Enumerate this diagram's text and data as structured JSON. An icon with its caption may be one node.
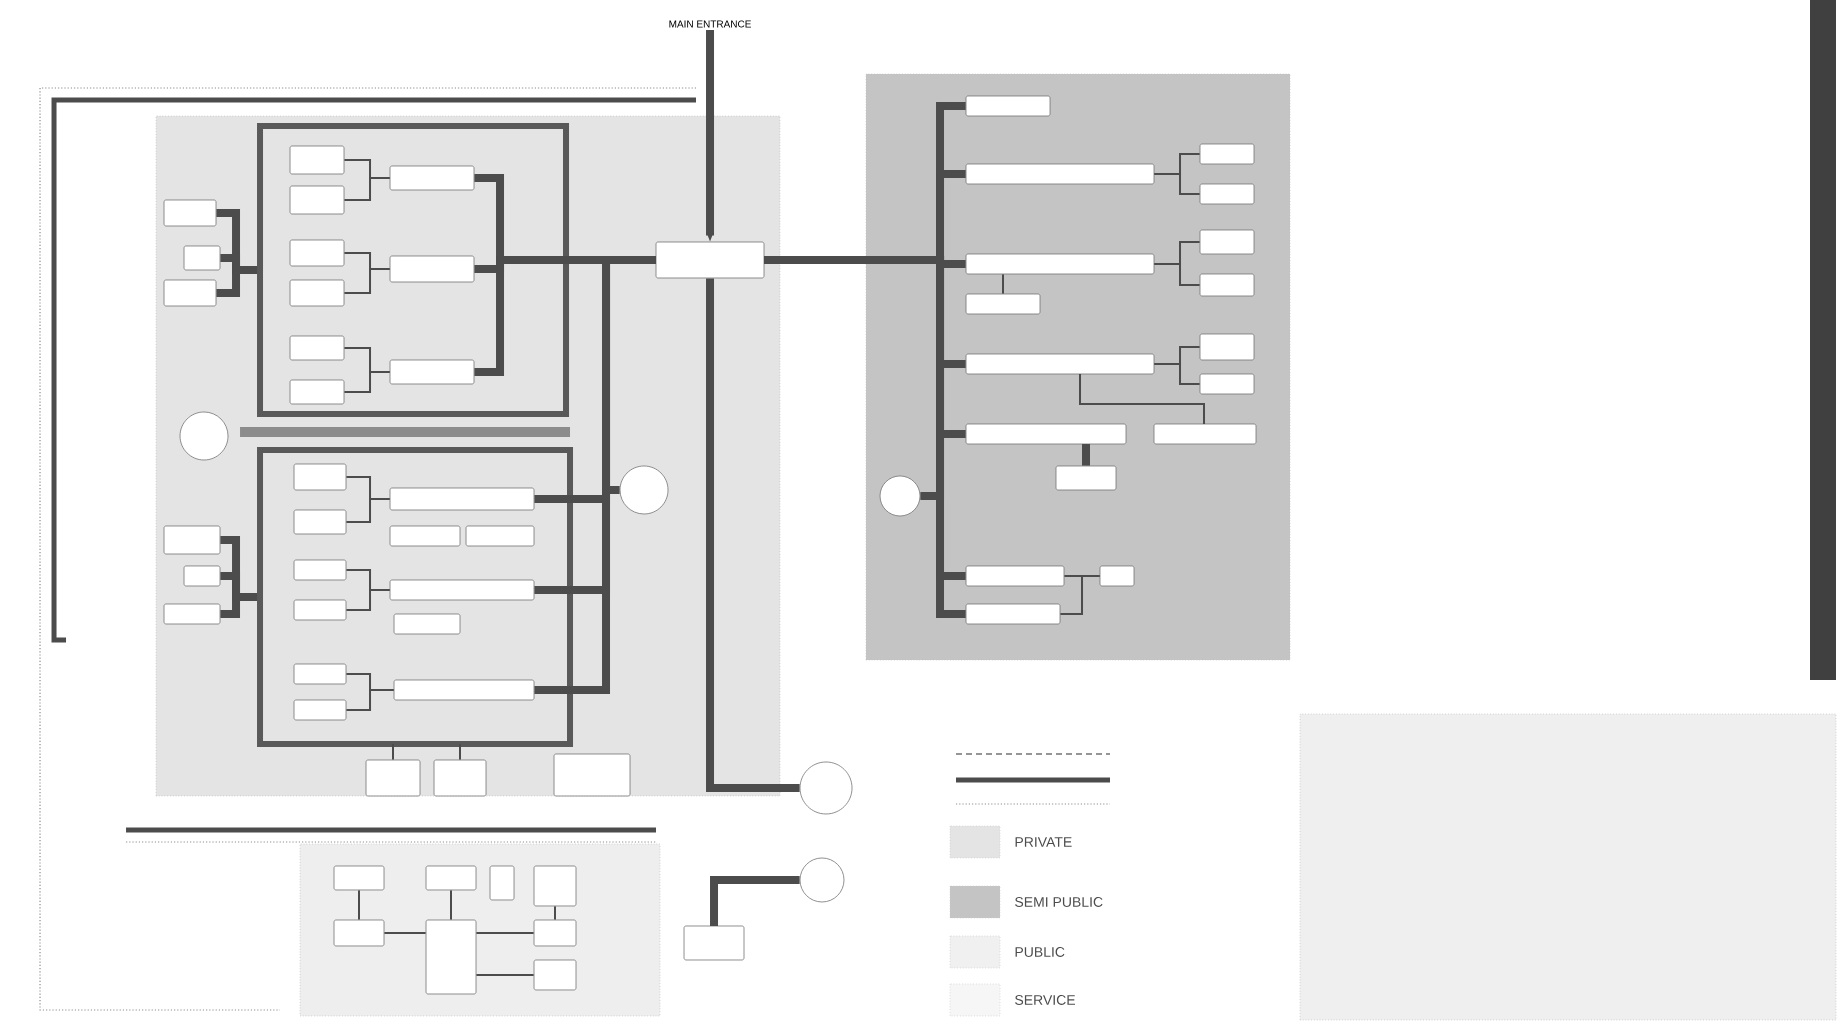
{
  "diagram": {
    "nodes": [
      {
        "text": [
          "MAIN ENTRANCE"
        ]
      },
      {
        "text": [],
        "shape": "box",
        "in": 2
      },
      {
        "text": [],
        "shape": "box"
      },
      {
        "text": [],
        "shape": "box",
        "in": 2
      },
      {
        "text": [],
        "shape": "box",
        "in": 2
      },
      {
        "text": [],
        "shape": "box"
      },
      {
        "text": [],
        "shape": "box"
      },
      {
        "text": [],
        "shape": "box",
        "in": 3
      },
      {
        "text": [],
        "shape": "box",
        "in": 3
      },
      {
        "text": [],
        "shape": "box",
        "in": 3
      },
      {
        "text": [],
        "shape": "box",
        "in": 3
      },
      {
        "text": [],
        "shape": "box",
        "in": 3
      },
      {
        "text": [],
        "shape": "box",
        "in": 3
      },
      {
        "text": [],
        "shape": "box",
        "in": 3
      },
      {
        "text": [],
        "shape": "box",
        "in": 3
      },
      {
        "text": [],
        "shape": "box",
        "in": 3
      },
      {
        "text": [],
        "shape": "box",
        "in": 2
      },
      {
        "text": [],
        "shape": "box",
        "in": 2
      },
      {
        "text": [],
        "shape": "box",
        "in": 2
      },
      {
        "text": [],
        "shape": "circle",
        "in": 2
      },
      {
        "text": [],
        "shape": "box",
        "in": 4
      },
      {
        "text": [],
        "shape": "box",
        "in": 4
      },
      {
        "text": [],
        "shape": "box",
        "in": 4
      },
      {
        "text": [],
        "shape": "box",
        "in": 4
      },
      {
        "text": [],
        "shape": "box",
        "in": 4
      },
      {
        "text": [],
        "shape": "box",
        "in": 4
      },
      {
        "text": [],
        "shape": "box",
        "in": 4
      },
      {
        "text": [],
        "shape": "box",
        "in": 4
      },
      {
        "text": [],
        "shape": "box",
        "in": 4
      },
      {
        "text": [],
        "shape": "box",
        "in": 4
      },
      {
        "text": [],
        "shape": "box",
        "in": 4
      },
      {
        "text": [],
        "shape": "box",
        "in": 4
      },
      {
        "text": [],
        "shape": "box",
        "in": 2
      },
      {
        "text": [],
        "shape": "box",
        "in": 2
      },
      {
        "text": [],
        "shape": "box",
        "in": 2
      },
      {
        "text": [],
        "shape": "circle",
        "in": 2
      },
      {
        "text": [],
        "shape": "box",
        "in": 2
      },
      {
        "text": [],
        "shape": "box",
        "in": 2
      },
      {
        "text": [],
        "shape": "box",
        "in": 2
      },
      {
        "text": [],
        "shape": "box",
        "in": 5
      },
      {
        "text": [],
        "shape": "box",
        "in": 5
      },
      {
        "text": [],
        "shape": "box",
        "in": 5
      },
      {
        "text": [],
        "shape": "box",
        "in": 5
      },
      {
        "text": [],
        "shape": "box",
        "in": 5
      },
      {
        "text": [],
        "shape": "box",
        "in": 5
      },
      {
        "text": [],
        "shape": "box",
        "in": 5
      },
      {
        "text": [],
        "shape": "box",
        "in": 5
      },
      {
        "text": [],
        "shape": "box",
        "in": 5
      },
      {
        "text": [],
        "shape": "box",
        "in": 5
      },
      {
        "text": [],
        "shape": "box",
        "in": 5
      },
      {
        "text": [],
        "shape": "box",
        "in": 5
      },
      {
        "text": [],
        "shape": "box",
        "in": 5
      },
      {
        "text": [],
        "shape": "box",
        "in": 5
      },
      {
        "text": [],
        "shape": "circle",
        "in": 5
      },
      {
        "text": [],
        "shape": "box",
        "in": 5
      },
      {
        "text": [],
        "shape": "box",
        "in": 5
      },
      {
        "text": [],
        "shape": "box",
        "in": 5
      },
      {
        "text": [],
        "shape": "box",
        "in": 6
      },
      {
        "text": [],
        "shape": "box",
        "in": 6
      },
      {
        "text": [],
        "shape": "box",
        "in": 6
      },
      {
        "text": [],
        "shape": "box",
        "in": 6
      },
      {
        "text": [],
        "shape": "box",
        "in": 6
      },
      {
        "text": [],
        "shape": "box",
        "in": 6
      },
      {
        "text": [],
        "shape": "box",
        "in": 6
      },
      {
        "text": [],
        "shape": "box",
        "in": 6
      },
      {
        "text": [],
        "shape": "circle"
      },
      {
        "text": [],
        "shape": "circle"
      },
      {
        "text": [],
        "shape": "box"
      },
      {
        "text": [],
        "shape": "box"
      }
    ],
    "edges": [
      {
        "from": 0,
        "to": 1,
        "arrow": "to",
        "style": "thick"
      },
      {
        "from": 1,
        "to": 39,
        "arrow": "none",
        "style": "thick"
      },
      {
        "from": 1,
        "to": 40,
        "arrow": "none",
        "style": "thick"
      },
      {
        "from": 1,
        "to": 43,
        "arrow": "none",
        "style": "thick"
      },
      {
        "from": 1,
        "to": 47,
        "arrow": "none",
        "style": "thick"
      },
      {
        "from": 1,
        "to": 50,
        "arrow": "none",
        "style": "thick"
      },
      {
        "from": 1,
        "to": 54,
        "arrow": "none",
        "style": "thick"
      },
      {
        "from": 1,
        "to": 56,
        "arrow": "none",
        "style": "thick"
      },
      {
        "from": 1,
        "to": 53,
        "arrow": "none",
        "style": "thick"
      },
      {
        "from": 40,
        "to": 41,
        "arrow": "none"
      },
      {
        "from": 40,
        "to": 42,
        "arrow": "none"
      },
      {
        "from": 43,
        "to": 45,
        "arrow": "none"
      },
      {
        "from": 43,
        "to": 46,
        "arrow": "none"
      },
      {
        "from": 43,
        "to": 44,
        "arrow": "none"
      },
      {
        "from": 47,
        "to": 48,
        "arrow": "none"
      },
      {
        "from": 47,
        "to": 49,
        "arrow": "none"
      },
      {
        "from": 47,
        "to": 51,
        "arrow": "none"
      },
      {
        "from": 50,
        "to": 52,
        "arrow": "none",
        "style": "thick"
      },
      {
        "from": 54,
        "to": 55,
        "arrow": "none"
      },
      {
        "from": 56,
        "to": 55,
        "arrow": "none"
      },
      {
        "from": 1,
        "to": 9,
        "arrow": "none",
        "style": "thick"
      },
      {
        "from": 1,
        "to": 12,
        "arrow": "none",
        "style": "thick"
      },
      {
        "from": 1,
        "to": 15,
        "arrow": "none",
        "style": "thick"
      },
      {
        "from": 7,
        "to": 9,
        "arrow": "none"
      },
      {
        "from": 8,
        "to": 9,
        "arrow": "none"
      },
      {
        "from": 10,
        "to": 12,
        "arrow": "none"
      },
      {
        "from": 11,
        "to": 12,
        "arrow": "none"
      },
      {
        "from": 13,
        "to": 15,
        "arrow": "none"
      },
      {
        "from": 14,
        "to": 15,
        "arrow": "none"
      },
      {
        "from": 16,
        "to": 3,
        "arrow": "none",
        "style": "thick"
      },
      {
        "from": 17,
        "to": 3,
        "arrow": "none",
        "style": "thick"
      },
      {
        "from": 18,
        "to": 3,
        "arrow": "none",
        "style": "thick"
      },
      {
        "from": 20,
        "to": 22,
        "arrow": "none"
      },
      {
        "from": 21,
        "to": 22,
        "arrow": "none"
      },
      {
        "from": 25,
        "to": 27,
        "arrow": "none"
      },
      {
        "from": 26,
        "to": 27,
        "arrow": "none"
      },
      {
        "from": 29,
        "to": 31,
        "arrow": "none"
      },
      {
        "from": 30,
        "to": 31,
        "arrow": "none"
      },
      {
        "from": 32,
        "to": 4,
        "arrow": "none",
        "style": "thick"
      },
      {
        "from": 33,
        "to": 4,
        "arrow": "none",
        "style": "thick"
      },
      {
        "from": 34,
        "to": 4,
        "arrow": "none",
        "style": "thick"
      },
      {
        "from": 1,
        "to": 22,
        "arrow": "none",
        "style": "thick"
      },
      {
        "from": 1,
        "to": 27,
        "arrow": "none",
        "style": "thick"
      },
      {
        "from": 1,
        "to": 31,
        "arrow": "none",
        "style": "thick"
      },
      {
        "from": 1,
        "to": 35,
        "arrow": "none",
        "style": "thick"
      },
      {
        "from": 4,
        "to": 36,
        "arrow": "none"
      },
      {
        "from": 4,
        "to": 37,
        "arrow": "none"
      },
      {
        "from": 1,
        "to": 65,
        "arrow": "none",
        "style": "thick"
      },
      {
        "from": 66,
        "to": 67,
        "arrow": "none",
        "style": "thick"
      },
      {
        "from": 61,
        "to": 62,
        "arrow": "none"
      },
      {
        "from": 62,
        "to": 63,
        "arrow": "none"
      },
      {
        "from": 62,
        "to": 64,
        "arrow": "none"
      },
      {
        "from": 57,
        "to": 61,
        "arrow": "none"
      },
      {
        "from": 58,
        "to": 62,
        "arrow": "none"
      },
      {
        "from": 60,
        "to": 63,
        "arrow": "none"
      }
    ],
    "legend": [
      {
        "text": "PRIVATE",
        "color": "#e4e4e4"
      },
      {
        "text": "SEMI PUBLIC",
        "color": "#c4c4c4"
      },
      {
        "text": "PUBLIC",
        "color": "#f0f0f0"
      },
      {
        "text": "SERVICE",
        "color": "#f6f6f6"
      }
    ]
  }
}
